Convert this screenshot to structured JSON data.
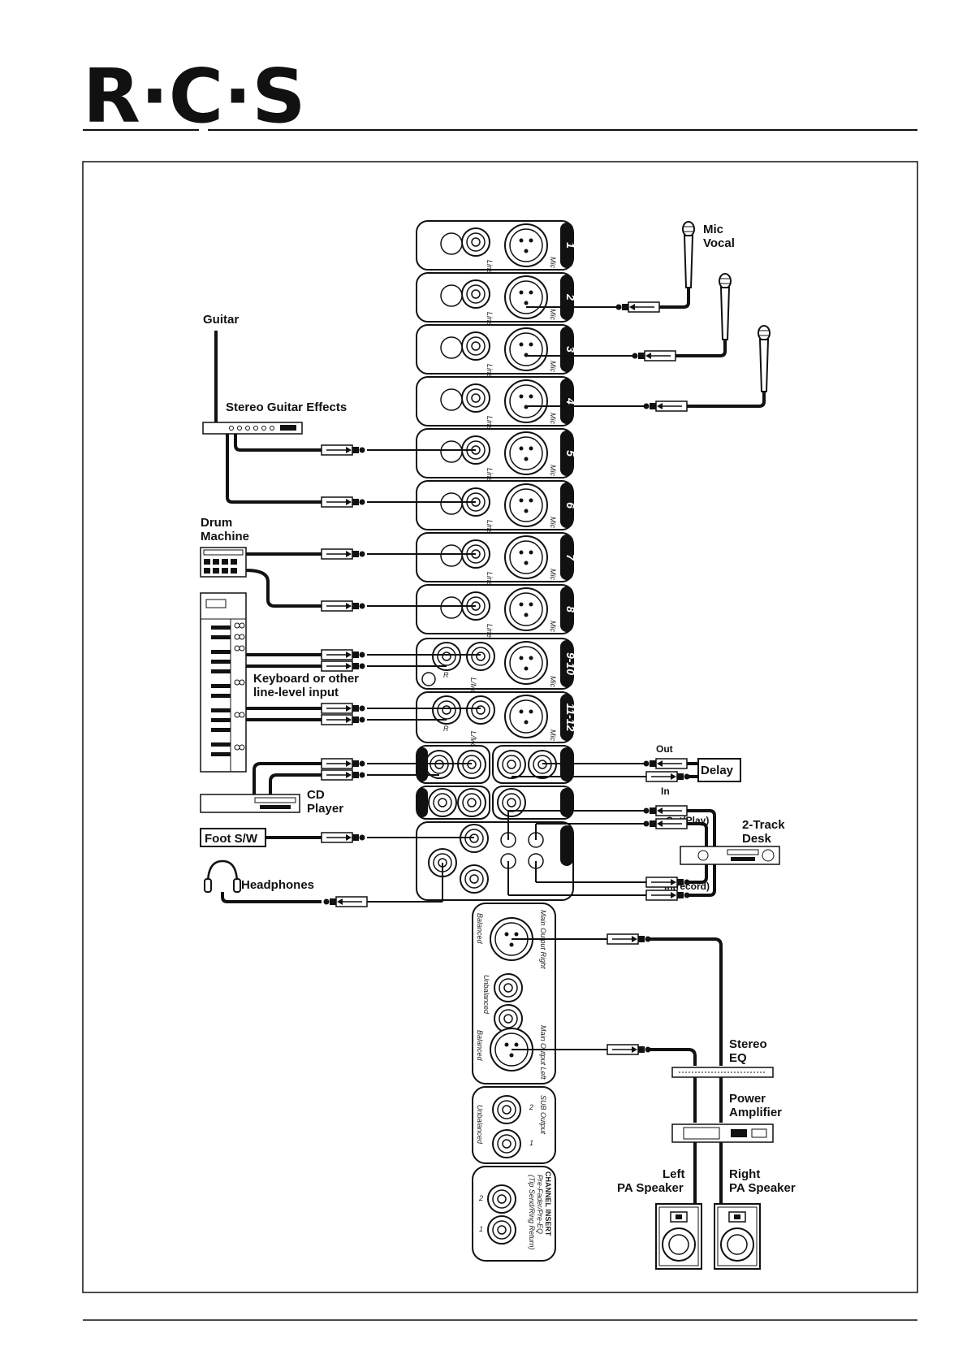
{
  "header": {
    "logo_text": "R·C·S"
  },
  "diagram": {
    "labels": {
      "mic_vocal_1": "Mic",
      "mic_vocal_2": "Vocal",
      "guitar": "Guitar",
      "stereo_guitar_effects": "Stereo Guitar Effects",
      "drum_1": "Drum",
      "drum_2": "Machine",
      "keyboard_1": "Keyboard or other",
      "keyboard_2": "line-level input",
      "cd_1": "CD",
      "cd_2": "Player",
      "foot_sw": "Foot  S/W",
      "headphones": "Headphones",
      "delay": "Delay",
      "delay_out": "Out",
      "delay_in": "In",
      "two_track_1": "2-Track",
      "two_track_2": "Desk",
      "out_play": "Out(Play)",
      "in_record": "In(record)",
      "stereo_eq_1": "Stereo",
      "stereo_eq_2": "EQ",
      "power_amp_1": "Power",
      "power_amp_2": "Amplifier",
      "left_pa_1": "Left",
      "left_pa_2": "PA Speaker",
      "right_pa_1": "Right",
      "right_pa_2": "PA Speaker"
    },
    "channels": [
      "1",
      "2",
      "3",
      "4",
      "5",
      "6",
      "7",
      "8",
      "9-10",
      "11-12"
    ],
    "channel_texts": {
      "mic": "Mic",
      "line": "Line",
      "lmono": "L/Mono",
      "r": "R"
    },
    "rear_panel": {
      "main_right": "Main Output Right",
      "main_left": "Main Output Left",
      "balanced": "Balanced",
      "unbalanced": "Unbalanced",
      "sub_output": "SUB Output",
      "sub_1": "1",
      "sub_2": "2",
      "insert_title": "CHANNEL INSERT",
      "insert_sub": "Pre-Fader/Pre-EQ",
      "insert_sub2": "(Tip Send/Ring Return)",
      "ins_1": "1",
      "ins_2": "2"
    }
  }
}
